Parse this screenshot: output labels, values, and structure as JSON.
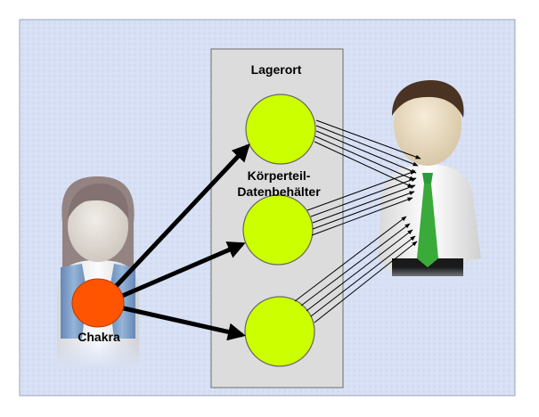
{
  "labels": {
    "storage": "Lagerort",
    "container_line1": "Körperteil-",
    "container_line2": "Datenbehälter",
    "chakra": "Chakra"
  },
  "colors": {
    "background": "#d7e0f4",
    "panel": "#dcdcdc",
    "container_fill": "#ccff00",
    "chakra_fill": "#ff5500",
    "tie": "#3aaa3a"
  },
  "icons": [
    "female-person-icon",
    "male-person-icon"
  ]
}
